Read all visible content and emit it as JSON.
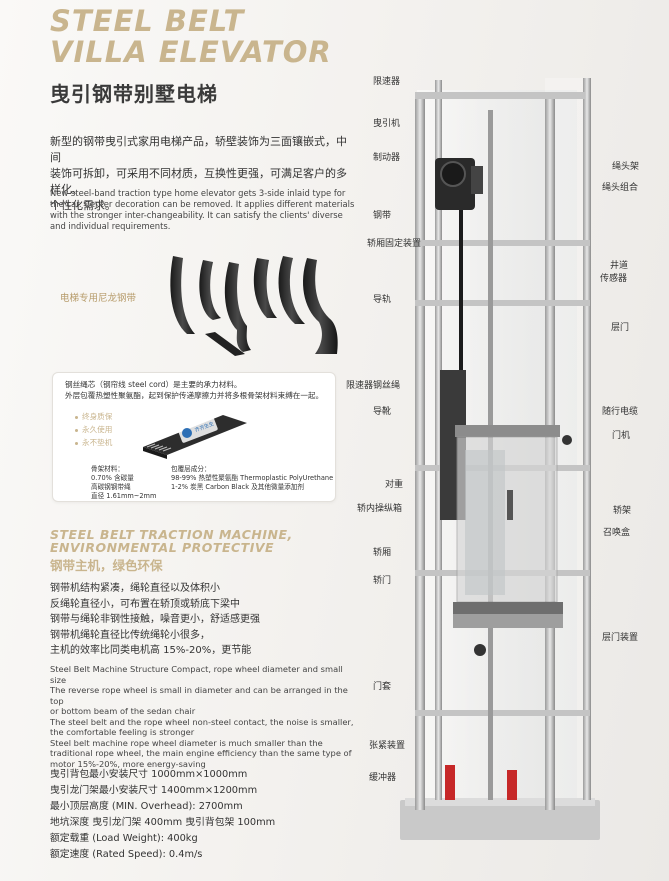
{
  "title": {
    "line1": "STEEL BELT",
    "line2": "VILLA ELEVATOR",
    "cn": "曳引钢带别墅电梯"
  },
  "intro": {
    "cn_lines": [
      "新型的钢带曳引式家用电梯产品，轿壁装饰为三面镶嵌式，中间",
      "装饰可拆卸，可采用不同材质，互换性更强，可满足客户的多样化、",
      "个性化需求。"
    ],
    "en_lines": [
      "New steel-band traction type home elevator gets 3-side inlaid type for",
      "the car. Center decoration can be removed. It applies different materials",
      "with the stronger inter-changeability. It can satisfy the clients' diverse",
      "and individual requirements."
    ]
  },
  "belt_label": "电梯专用尼龙钢带",
  "info_box": {
    "line1": "钢丝绳芯（钢帘线 steel cord）是主要的承力材料。",
    "line2": "外层包覆热塑性聚氨酯，起到保护传递摩擦力并将多根骨架材料束缚在一起。",
    "bullets": [
      "终身质保",
      "永久使用",
      "永不垫机"
    ],
    "logo_text": "齐齐生生",
    "skeleton": [
      "骨架材料：",
      "0.70% 含碳量",
      "高碳钢钢带绳",
      "直径 1.61mm~2mm"
    ],
    "coating": [
      "包覆层成分：",
      "98-99% 热塑性聚氨酯 Thermoplastic PolyUrethane",
      "1-2% 炭黑 Carbon Black 及其他微量添加剂"
    ]
  },
  "section2": {
    "en_line1": "STEEL BELT TRACTION MACHINE,",
    "en_line2": "ENVIRONMENTAL PROTECTIVE",
    "cn": "钢带主机，绿色环保",
    "features_cn": [
      "钢带机结构紧凑，绳轮直径以及体积小",
      "反绳轮直径小，可布置在轿顶或轿底下梁中",
      "钢带与绳轮非钢性接触，噪音更小，舒适感更强",
      "钢带机绳轮直径比传统绳轮小很多，",
      "主机的效率比同类电机高 15%-20%，更节能"
    ],
    "features_en": [
      "Steel Belt Machine Structure Compact, rope wheel diameter and small size",
      "The reverse rope wheel is small in diameter and can be arranged in the top",
      "or bottom beam of the sedan chair",
      "The steel belt and the rope wheel non-steel contact, the noise is smaller,",
      "the comfortable feeling is stronger",
      "Steel belt machine rope wheel diameter is much smaller than the",
      "traditional rope wheel, the main engine efficiency than the same type of",
      "motor 15%-20%, more energy-saving"
    ]
  },
  "specs": [
    "曳引背包最小安装尺寸 1000mm×1000mm",
    "曳引龙门架最小安装尺寸 1400mm×1200mm",
    "最小顶层高度 (MIN. Overhead): 2700mm",
    "地坑深度 曳引龙门架 400mm 曳引背包架 100mm",
    "额定载重 (Load Weight): 400kg",
    "额定速度 (Rated Speed): 0.4m/s"
  ],
  "labels_left": [
    "限速器",
    "曳引机",
    "制动器",
    "钢带",
    "轿厢固定装置",
    "导轨",
    "限速器钢丝绳",
    "导靴",
    "对重",
    "轿内操纵箱",
    "轿厢",
    "轿门",
    "门套",
    "张紧装置",
    "缓冲器"
  ],
  "labels_right": [
    "绳头架",
    "绳头组合",
    "井道",
    "传感器",
    "层门",
    "随行电缆",
    "门机",
    "轿架",
    "召唤盒",
    "层门装置"
  ],
  "colors": {
    "accent": "#c9b58e",
    "text": "#2b2b2b"
  }
}
